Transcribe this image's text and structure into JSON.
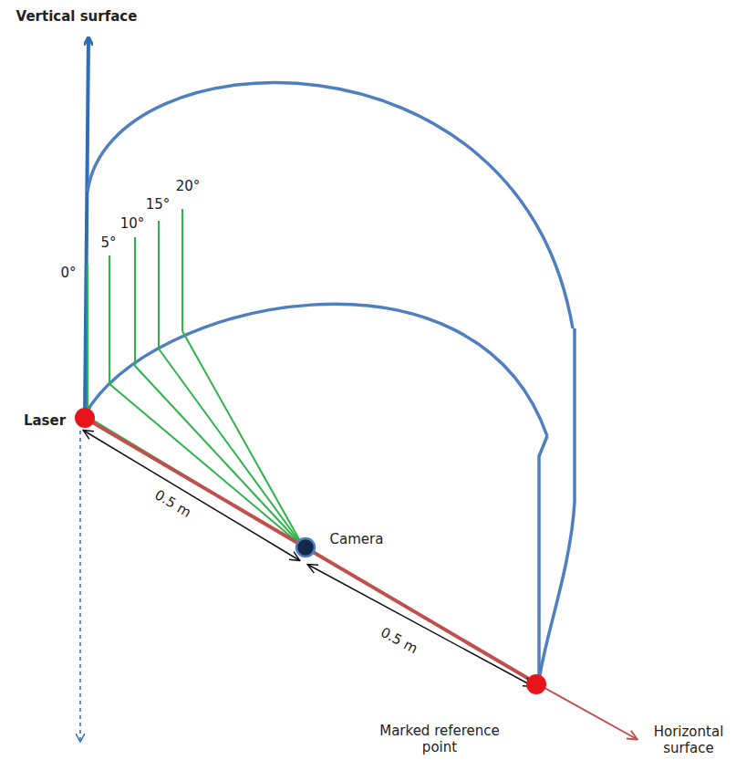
{
  "diagram": {
    "labels": [
      "Vertical surface",
      "0°",
      "5°",
      "10°",
      "15°",
      "20°",
      "Laser",
      "0.5 m",
      "Camera",
      "0.5 m",
      "Marked reference point",
      "Horizontal surface"
    ]
  }
}
